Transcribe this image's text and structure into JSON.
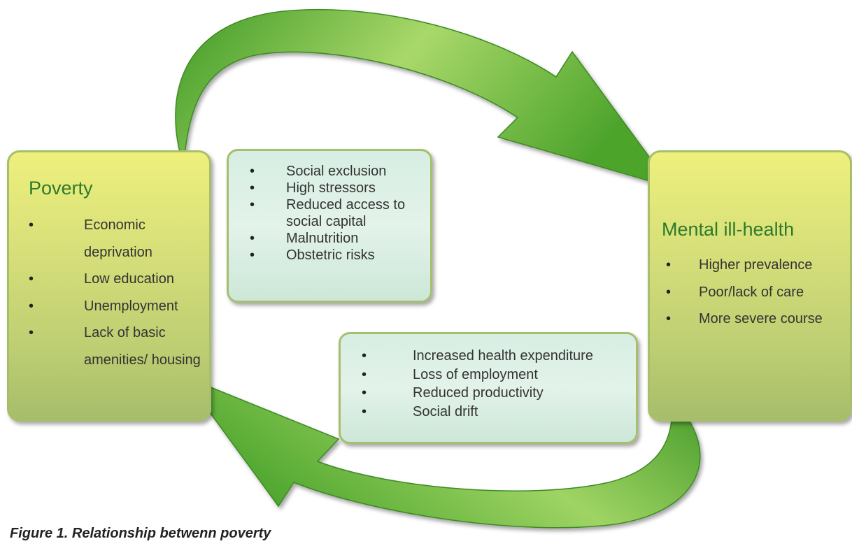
{
  "poverty": {
    "title": "Poverty",
    "items": [
      "Economic deprivation",
      "Low education",
      "Unemployment",
      "Lack of basic amenities/ housing"
    ]
  },
  "mental_health": {
    "title": "Mental ill-health",
    "items": [
      "Higher prevalence",
      "Poor/lack of care",
      "More severe course"
    ]
  },
  "pathway_top": {
    "items": [
      "Social exclusion",
      "High stressors",
      "Reduced access to social capital",
      "Malnutrition",
      "Obstetric risks"
    ]
  },
  "pathway_bottom": {
    "items": [
      "Increased health expenditure",
      "Loss of employment",
      "Reduced productivity",
      "Social drift"
    ]
  },
  "caption": "Figure 1. Relationship betwenn poverty",
  "colors": {
    "arrow_green": "#5aae2f",
    "title_green": "#2d7a2d",
    "box_yellow": "#e6ea7c",
    "note_mint": "#d9efe3"
  }
}
